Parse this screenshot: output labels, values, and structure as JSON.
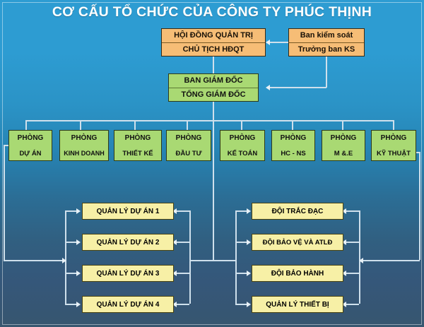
{
  "title": "CƠ CẤU TỔ CHỨC CỦA CÔNG TY PHÚC THỊNH",
  "colors": {
    "background_top": "#2d9cd2",
    "background_bottom": "#37566f",
    "orange_node": "#f6bd76",
    "green_node": "#a9d973",
    "yellow_node": "#f7f0a6",
    "connector": "#cfe0ec",
    "title_text": "#ffffff"
  },
  "top_nodes": {
    "board": {
      "line1": "HỘI ĐỒNG QUẢN TRỊ",
      "line2": "CHỦ TỊCH HĐQT"
    },
    "supervisory": {
      "line1": "Ban kiểm soát",
      "line2": "Trưởng ban KS"
    },
    "directors": {
      "line1": "BAN GIÁM ĐỐC",
      "line2": "TỔNG GIÁM ĐỐC"
    }
  },
  "departments_left": [
    {
      "line1": "PHÒNG",
      "line2": "DỰ ÁN"
    },
    {
      "line1": "PHÒNG",
      "line2": "KINH DOANH"
    },
    {
      "line1": "PHÒNG",
      "line2": "THIẾT KẾ"
    },
    {
      "line1": "PHÒNG",
      "line2": "ĐẦU TƯ"
    }
  ],
  "departments_right": [
    {
      "line1": "PHÒNG",
      "line2": "KẾ TOÁN"
    },
    {
      "line1": "PHÒNG",
      "line2": "HC - NS"
    },
    {
      "line1": "PHÒNG",
      "line2": "M &.E"
    },
    {
      "line1": "PHÒNG",
      "line2": "KỸ THUẬT"
    }
  ],
  "projects": [
    {
      "label": "QUẢN LÝ DỰ ÁN 1"
    },
    {
      "label": "QUẢN LÝ DỰ ÁN 2"
    },
    {
      "label": "QUẢN LÝ DỰ ÁN 3"
    },
    {
      "label": "QUẢN LÝ DỰ ÁN 4"
    }
  ],
  "teams": [
    {
      "label": "ĐỘI TRẮC ĐẠC"
    },
    {
      "label": "ĐỘI BẢO VỆ VÀ ATLĐ"
    },
    {
      "label": "ĐỘI BẢO HÀNH"
    },
    {
      "label": "QUẢN LÝ THIẾT BỊ"
    }
  ]
}
